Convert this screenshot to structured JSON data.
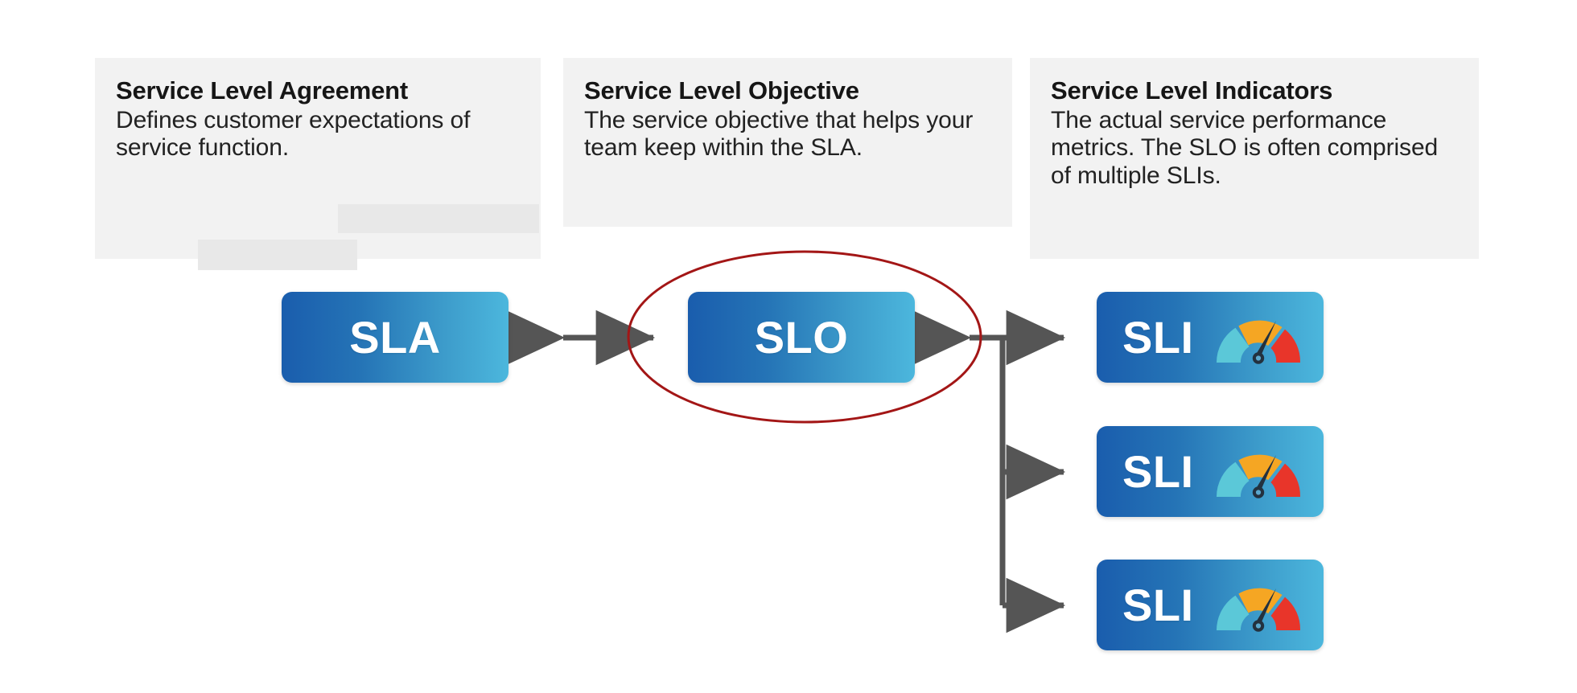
{
  "page": {
    "background_color": "#ffffff",
    "title": "SLA / SLO / SLI relationship diagram"
  },
  "cards": [
    {
      "id": "sla-card",
      "title": "Service Level Agreement",
      "body": "Defines customer expectations of service function.",
      "redacted_placeholders": 2
    },
    {
      "id": "slo-card",
      "title": "Service Level Objective",
      "body": "The service objective that helps your team keep within the SLA.",
      "redacted_placeholders": 0
    },
    {
      "id": "sli-card",
      "title": "Service Level Indicators",
      "body": "The actual service performance metrics. The SLO is often comprised of multiple SLIs.",
      "redacted_placeholders": 0
    }
  ],
  "nodes": {
    "sla": {
      "label": "SLA"
    },
    "slo": {
      "label": "SLO"
    },
    "sli": [
      {
        "label": "SLI",
        "icon": "gauge-icon"
      },
      {
        "label": "SLI",
        "icon": "gauge-icon"
      },
      {
        "label": "SLI",
        "icon": "gauge-icon"
      }
    ]
  },
  "highlight": {
    "shape": "ellipse",
    "target": "SLO",
    "stroke_color": "#a31616",
    "stroke_width": 3
  },
  "connectors": {
    "color": "#555555",
    "sla_to_slo": {
      "type": "double-arrow"
    },
    "slo_to_sli": {
      "type": "double-arrow-with-branch",
      "branches": 3
    }
  },
  "colors": {
    "node_gradient_start": "#1a5dad",
    "node_gradient_end": "#4cb7dd",
    "card_background": "#f2f2f2",
    "redaction_background": "#e8e8e8",
    "gauge_teal": "#5bc8d8",
    "gauge_orange": "#f5a623",
    "gauge_red": "#e8352a",
    "gauge_needle": "#23313f",
    "text_primary": "#161616"
  }
}
